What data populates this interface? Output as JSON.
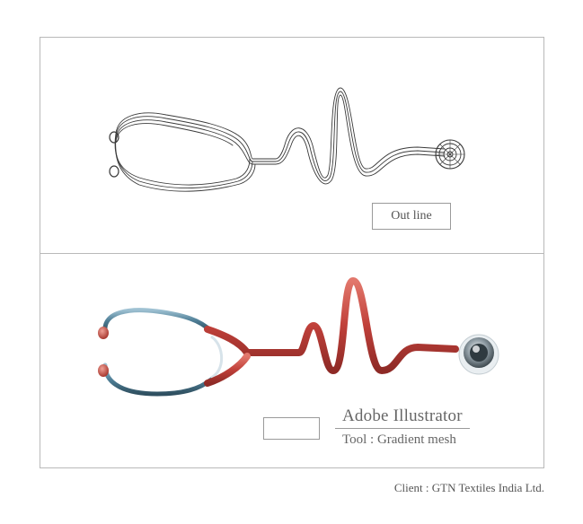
{
  "outline_panel": {
    "label": "Out line"
  },
  "mesh_panel": {
    "software": "Adobe Illustrator",
    "tool": "Tool : Gradient mesh"
  },
  "footer": {
    "client": "Client  :  GTN  Textiles India Ltd."
  },
  "colors": {
    "outline_stroke": "#3a3a3a",
    "tube_red": "#c0403a",
    "tube_red_light": "#e2776c",
    "metal_blue": "#4f7f97",
    "chest_piece_grey": "#8d9aa2"
  }
}
